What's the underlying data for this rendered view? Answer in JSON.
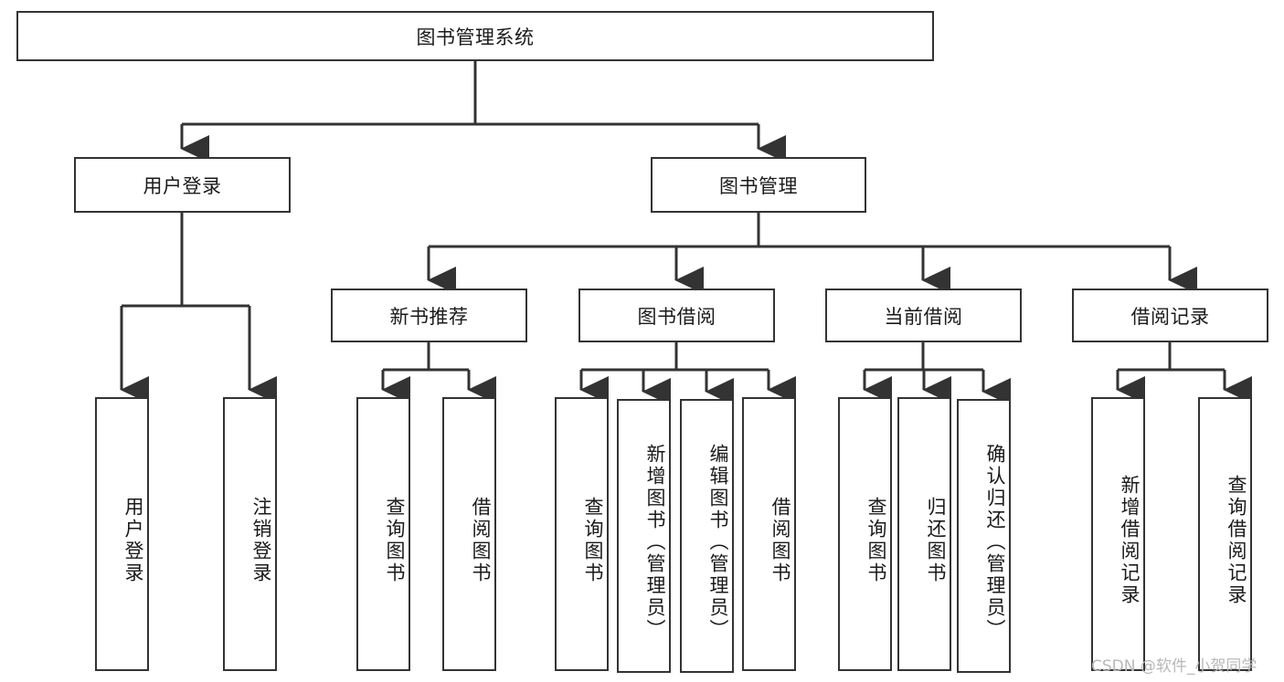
{
  "diagram": {
    "title": "图书管理系统",
    "type": "tree-hierarchy-diagram",
    "colors": {
      "line": "#333333",
      "box_fill": "#ffffff",
      "text": "#1a1a1a",
      "background": "#ffffff",
      "watermark": "#b8b8b8"
    },
    "root": {
      "label": "图书管理系统"
    },
    "level2": [
      {
        "label": "用户登录"
      },
      {
        "label": "图书管理"
      }
    ],
    "level3": [
      {
        "label": "新书推荐"
      },
      {
        "label": "图书借阅"
      },
      {
        "label": "当前借阅"
      },
      {
        "label": "借阅记录"
      }
    ],
    "leaves": {
      "user_login": [
        {
          "label": "用户登录"
        },
        {
          "label": "注销登录"
        }
      ],
      "new_book_recommend": [
        {
          "label": "查询图书"
        },
        {
          "label": "借阅图书"
        }
      ],
      "book_borrow": [
        {
          "label": "查询图书"
        },
        {
          "label": "新增图书（管理员）"
        },
        {
          "label": "编辑图书（管理员）"
        },
        {
          "label": "借阅图书"
        }
      ],
      "current_borrow": [
        {
          "label": "查询图书"
        },
        {
          "label": "归还图书"
        },
        {
          "label": "确认归还（管理员）"
        }
      ],
      "borrow_record": [
        {
          "label": "新增借阅记录"
        },
        {
          "label": "查询借阅记录"
        }
      ]
    }
  },
  "watermark": {
    "text": "CSDN @软件_小贺同学"
  }
}
